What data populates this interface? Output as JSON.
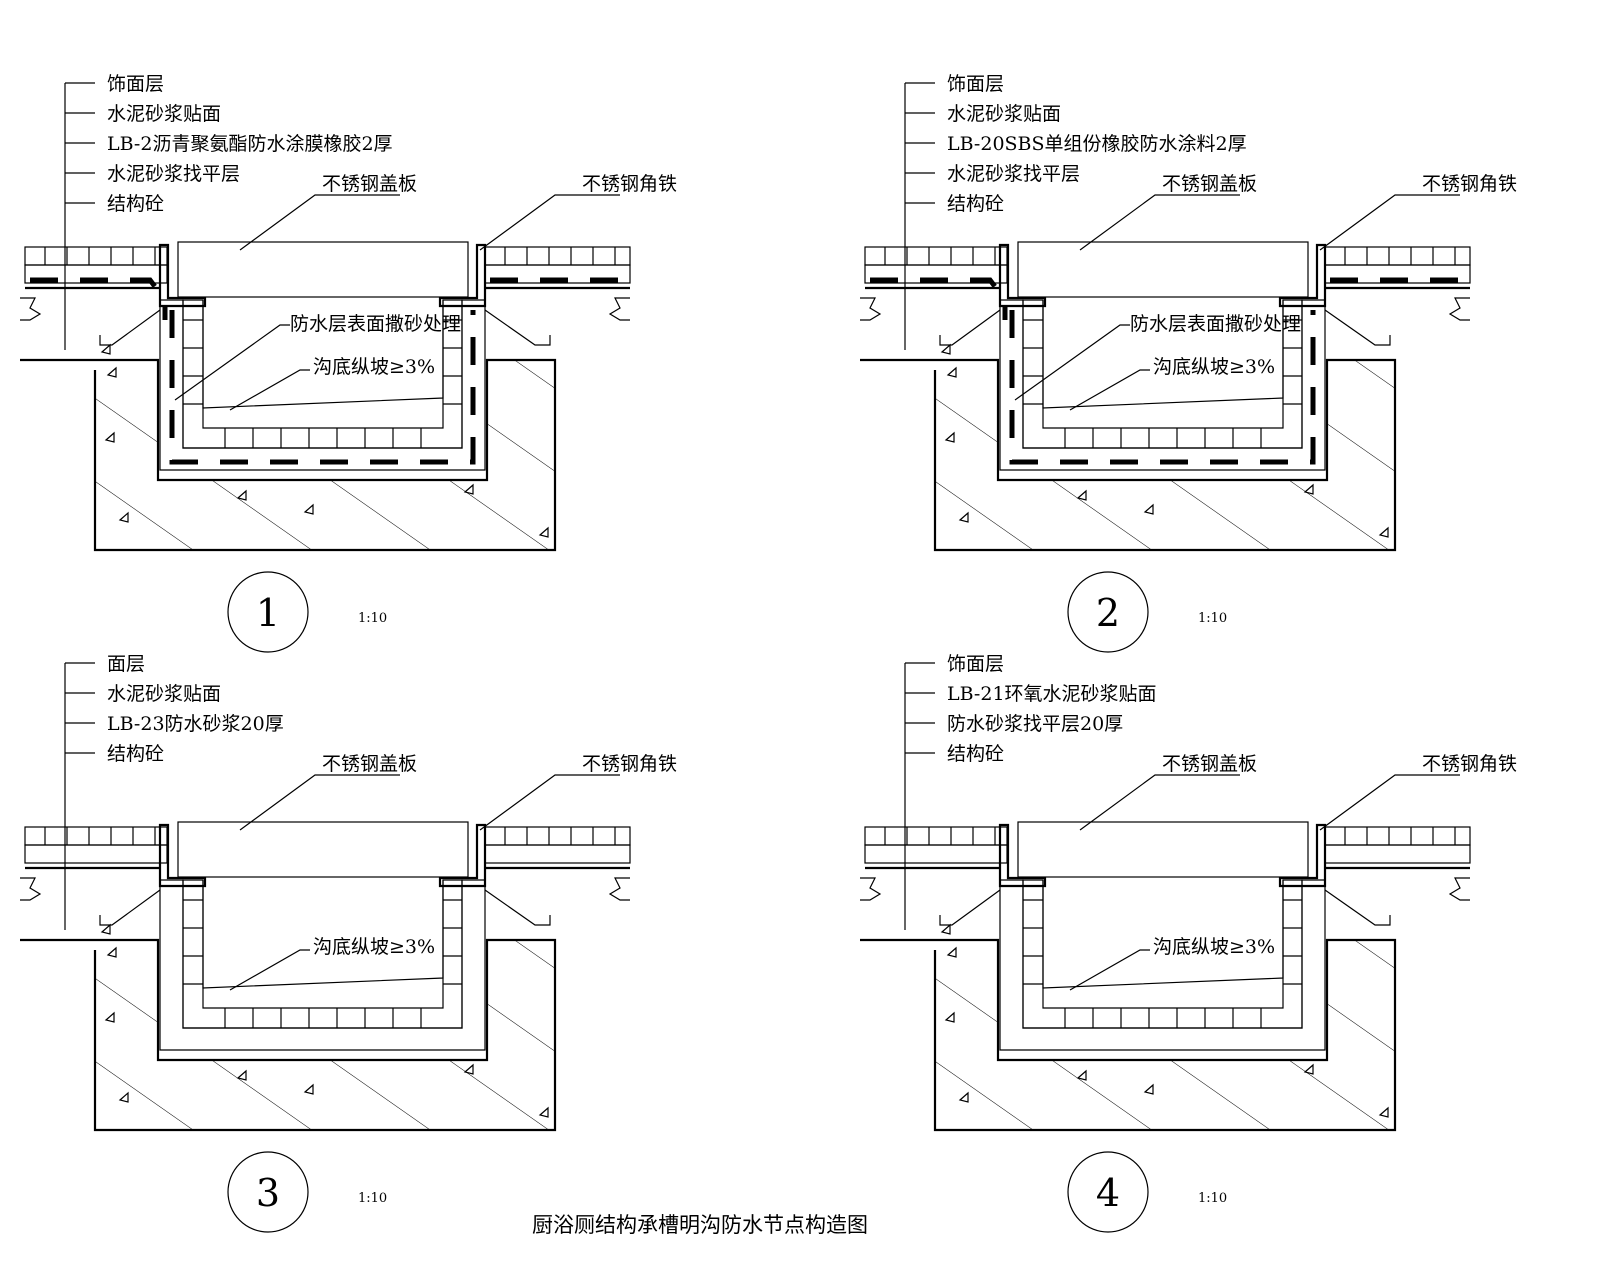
{
  "drawing_title": "厨浴厕结构承槽明沟防水节点构造图",
  "details": [
    {
      "id": "1",
      "number": "1",
      "scale": "1:10",
      "layers": [
        "饰面层",
        "水泥砂浆贴面",
        "LB-2沥青聚氨酯防水涂膜橡胶2厚",
        "水泥砂浆找平层",
        "结构砼"
      ],
      "cover_label": "不锈钢盖板",
      "angle_label": "不锈钢角铁",
      "sand_label": "防水层表面撒砂处理",
      "slope_label": "沟底纵坡≥3%",
      "membrane": true
    },
    {
      "id": "2",
      "number": "2",
      "scale": "1:10",
      "layers": [
        "饰面层",
        "水泥砂浆贴面",
        "LB-20SBS单组份橡胶防水涂料2厚",
        "水泥砂浆找平层",
        "结构砼"
      ],
      "cover_label": "不锈钢盖板",
      "angle_label": "不锈钢角铁",
      "sand_label": "防水层表面撒砂处理",
      "slope_label": "沟底纵坡≥3%",
      "membrane": true
    },
    {
      "id": "3",
      "number": "3",
      "scale": "1:10",
      "layers": [
        "面层",
        "水泥砂浆贴面",
        "LB-23防水砂浆20厚",
        "结构砼"
      ],
      "cover_label": "不锈钢盖板",
      "angle_label": "不锈钢角铁",
      "sand_label": "",
      "slope_label": "沟底纵坡≥3%",
      "membrane": false
    },
    {
      "id": "4",
      "number": "4",
      "scale": "1:10",
      "layers": [
        "饰面层",
        "LB-21环氧水泥砂浆贴面",
        "防水砂浆找平层20厚",
        "结构砼"
      ],
      "cover_label": "不锈钢盖板",
      "angle_label": "不锈钢角铁",
      "sand_label": "",
      "slope_label": "沟底纵坡≥3%",
      "membrane": false
    }
  ]
}
